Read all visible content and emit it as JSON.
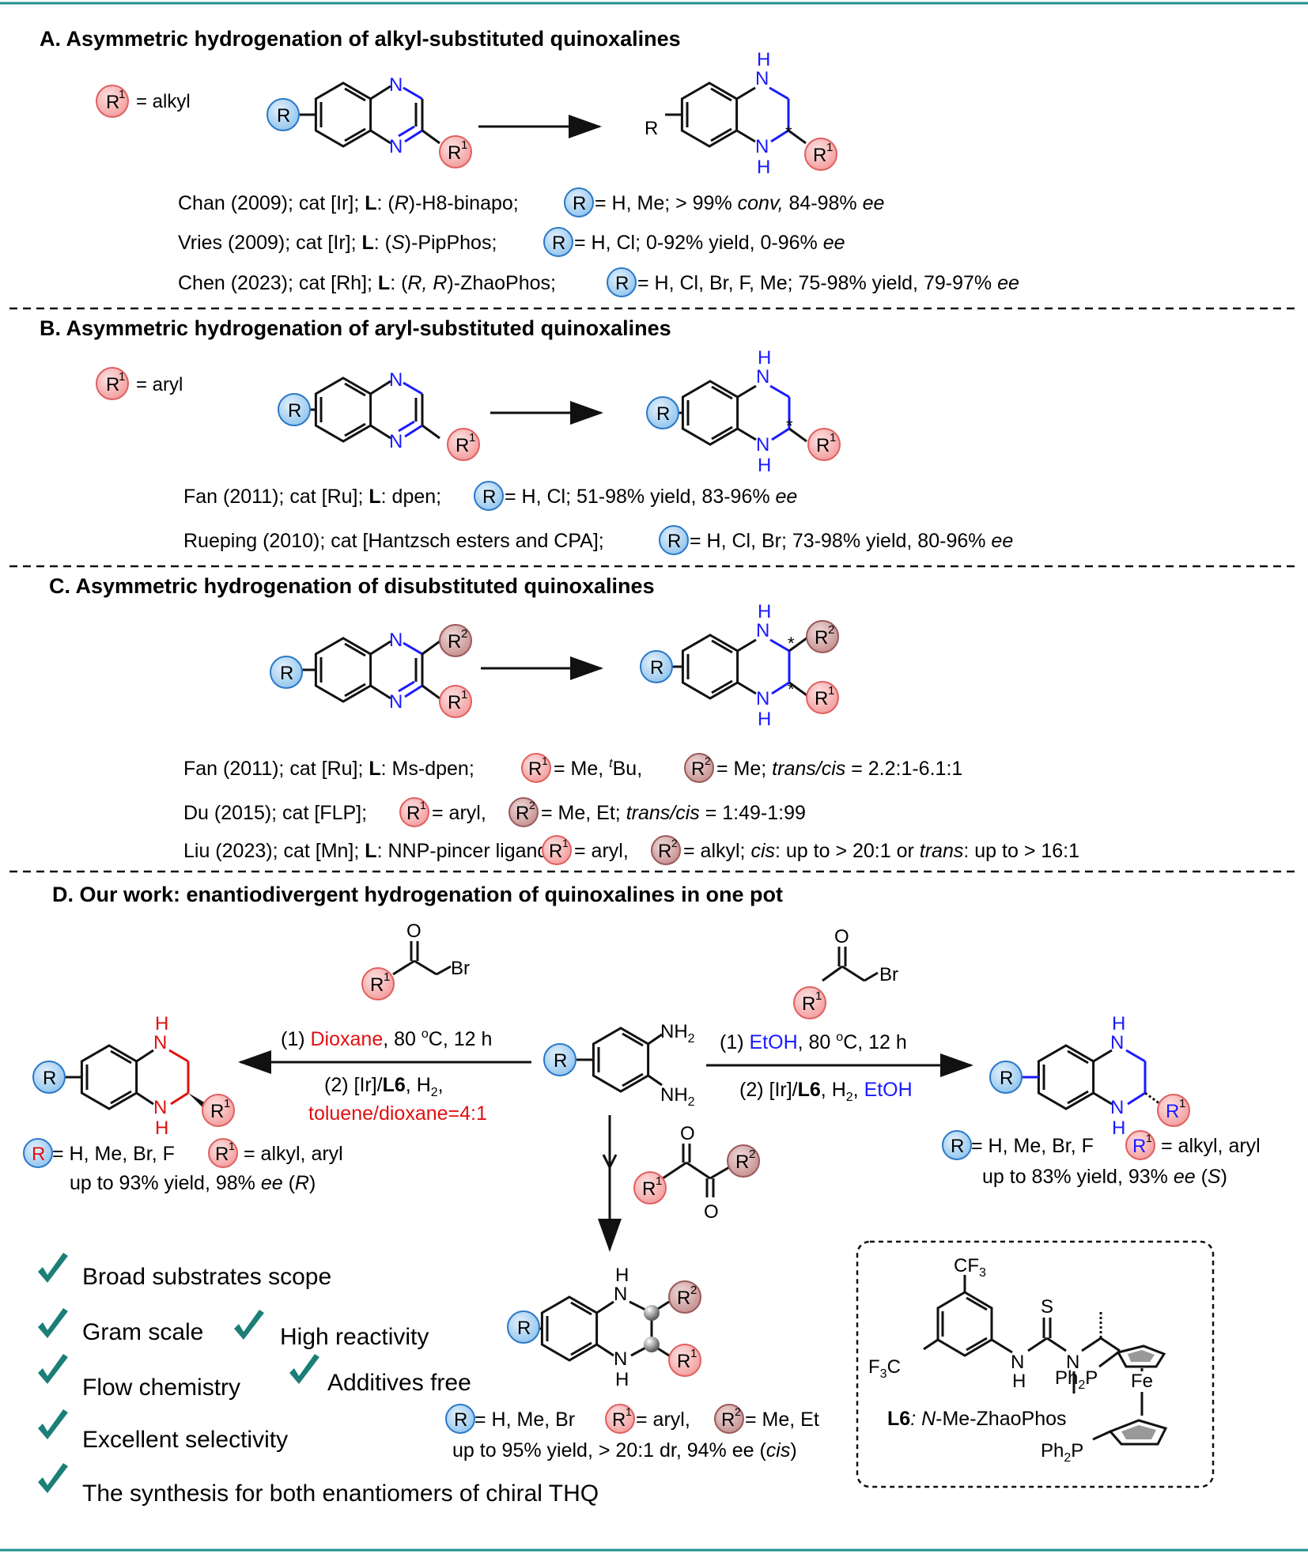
{
  "colors": {
    "border": "#1d8f8a",
    "blue_atom": "#1a1aff",
    "red_text": "#e01010",
    "r_badge_fill": "#a7d3f5",
    "r_badge_stroke": "#2a78c8",
    "r1_badge_fill": "#f6b1b1",
    "r1_badge_stroke": "#e06060",
    "r2_badge_fill": "#d8a7a7",
    "r2_badge_stroke": "#9a5a5a",
    "check": "#1b7f78"
  },
  "atoms": {
    "N": "N",
    "H": "H",
    "star": "*",
    "O": "O",
    "Br": "Br",
    "NH2": "NH",
    "sub2": "2",
    "S": "S",
    "Fe": "Fe",
    "CF3": "CF",
    "sub3": "3",
    "F3C_a": "F",
    "F3C_b": "C",
    "Ph2P_a": "Ph",
    "Ph2P_b": "P"
  },
  "badges": {
    "R": "R",
    "R1": "R",
    "R1_sup": "1",
    "R2": "R",
    "R2_sup": "2"
  },
  "sectionA": {
    "title": "A. Asymmetric hydrogenation of alkyl-substituted quinoxalines",
    "r1_def": "= alkyl",
    "refs": [
      {
        "pre": "Chan (2009); cat [Ir]; ",
        "L": "L",
        "mid": ": (",
        "it": "R",
        "lig": ")-H8-binapo; ",
        "post": " = H, Me; > 99% ",
        "it2": "conv,",
        "post2": " 84-98% ",
        "ee": "ee"
      },
      {
        "pre": "Vries (2009); cat [Ir]; ",
        "L": "L",
        "mid": ": (",
        "it": "S",
        "lig": ")-PipPhos; ",
        "post": " = H, Cl; 0-92% yield, 0-96% ",
        "it2": "",
        "post2": "",
        "ee": "ee"
      },
      {
        "pre": "Chen (2023); cat [Rh]; ",
        "L": "L",
        "mid": ": (",
        "it": "R, R",
        "lig": ")-ZhaoPhos; ",
        "post": " = H, Cl, Br, F, Me; 75-98% yield, 79-97% ",
        "it2": "",
        "post2": "",
        "ee": "ee"
      }
    ]
  },
  "sectionB": {
    "title": "B. Asymmetric hydrogenation of aryl-substituted quinoxalines",
    "r1_def": "= aryl",
    "refs": [
      {
        "pre": "Fan (2011); cat [Ru]; ",
        "L": "L",
        "lig": ": dpen;",
        "post": " = H, Cl; 51-98% yield, 83-96% ",
        "ee": "ee"
      },
      {
        "pre": "Rueping (2010); cat [Hantzsch esters and CPA]; ",
        "post": " = H, Cl, Br; 73-98% yield, 80-96% ",
        "ee": "ee"
      }
    ]
  },
  "sectionC": {
    "title": "C. Asymmetric hydrogenation of disubstituted quinoxalines",
    "ref1": {
      "pre": "Fan (2011); cat [Ru]; ",
      "L": "L",
      "lig": ": Ms-dpen; ",
      "a": "= Me, ",
      "t": "t",
      "bu": "Bu, ",
      "b": "= Me; ",
      "tc": "trans/cis",
      "end": " = 2.2:1-6.1:1"
    },
    "ref2": {
      "pre": "Du (2015); cat [FLP]; ",
      "a": " = aryl, ",
      "b": " = Me, Et; ",
      "tc": "trans/cis",
      "end": " = 1:49-1:99"
    },
    "ref3": {
      "pre": "Liu (2023); cat [Mn]; ",
      "L": "L",
      "lig": ": NNP-pincer ligand; ",
      "a": " = aryl, ",
      "b": " = alkyl; ",
      "cis": "cis",
      "mid": ": up to > 20:1 or ",
      "trans": "trans",
      "end": ": up to > 16:1"
    }
  },
  "sectionD": {
    "title": "D. Our work: enantiodivergent hydrogenation of quinoxalines in one pot",
    "left_cond1_a": "(1) ",
    "left_cond1_red": "Dioxane",
    "left_cond1_b": ", 80 ",
    "deg": "o",
    "left_cond1_c": "C, 12 h",
    "left_cond2_a": "(2) [Ir]/",
    "left_cond2_L6": "L6",
    "left_cond2_b": ", H",
    "left_cond2_c": ",",
    "left_cond3_red": "toluene/dioxane=4:1",
    "right_cond1_a": "(1) ",
    "right_cond1_blue": "EtOH",
    "right_cond1_b": ", 80 ",
    "right_cond1_c": "C, 12 h",
    "right_cond2_a": "(2) [Ir]/",
    "right_cond2_L6": "L6",
    "right_cond2_b": ", H",
    "right_cond2_c": ", ",
    "right_cond2_blue": "EtOH",
    "left_scope1": "= H, Me, Br, F",
    "left_scope1b": "= alkyl, aryl",
    "left_scope2": "up to 93% yield, 98% ",
    "left_ee": "ee",
    "left_conf": " (",
    "left_R": "R",
    "left_close": ")",
    "right_scope1": "= H, Me, Br, F",
    "right_scope1b": "= alkyl, aryl",
    "right_scope2": "up to 83% yield, 93% ",
    "right_ee": "ee",
    "right_conf": " (",
    "right_S": "S",
    "right_close": ")",
    "bottom_scope1a": " = H, Me, Br",
    "bottom_scope1b": " = aryl, ",
    "bottom_scope1c": " = Me, Et",
    "bottom_scope2": "up to 95% yield, > 20:1 dr, 94% ee (",
    "bottom_cis": "cis",
    "bottom_close": ")",
    "features": [
      "Broad substrates scope",
      "Gram scale",
      "High reactivity",
      "Flow chemistry",
      "Additives free",
      "Excellent selectivity",
      "The synthesis for both enantiomers of chiral THQ"
    ],
    "ligand_name_L6": "L6",
    "ligand_name_rest": ": ",
    "ligand_name_N": "N",
    "ligand_name_end": "-Me-ZhaoPhos"
  }
}
